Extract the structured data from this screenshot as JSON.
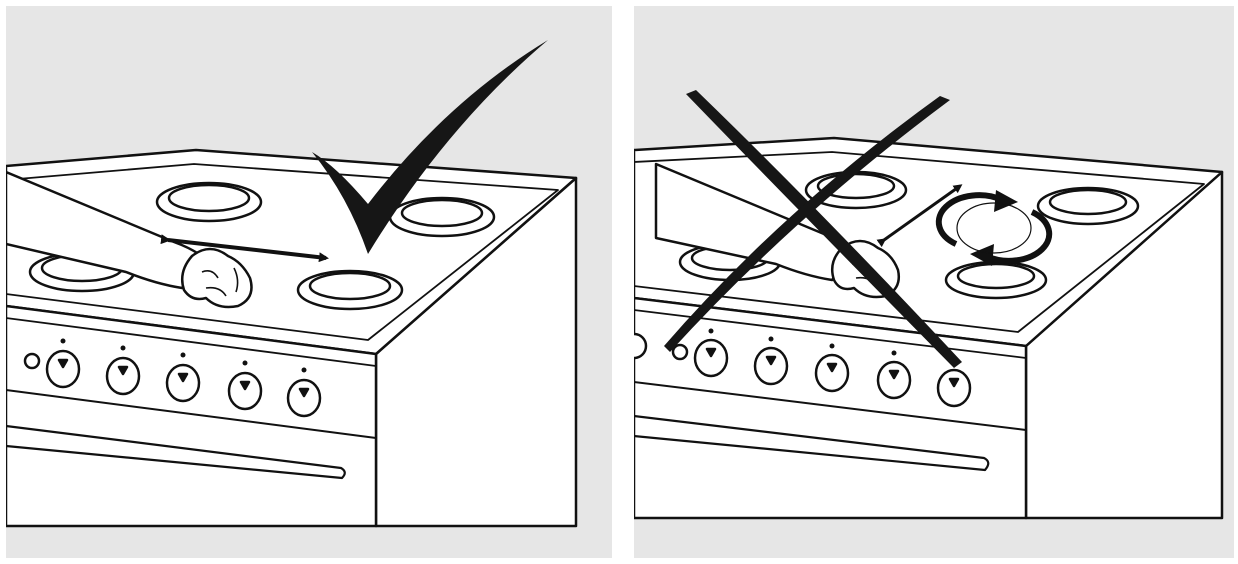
{
  "panels": [
    {
      "id": "correct",
      "verdict_icon": "checkmark-icon",
      "motion": "back-and-forth",
      "motion_icon": "double-arrow-icon"
    },
    {
      "id": "incorrect",
      "verdict_icon": "x-mark-icon",
      "motion": "circular",
      "motion_icon": "circular-arrows-icon"
    }
  ],
  "colors": {
    "panel_background": "#e6e6e6",
    "stove_fill": "#ffffff",
    "line": "#111111",
    "mark": "#161616"
  }
}
